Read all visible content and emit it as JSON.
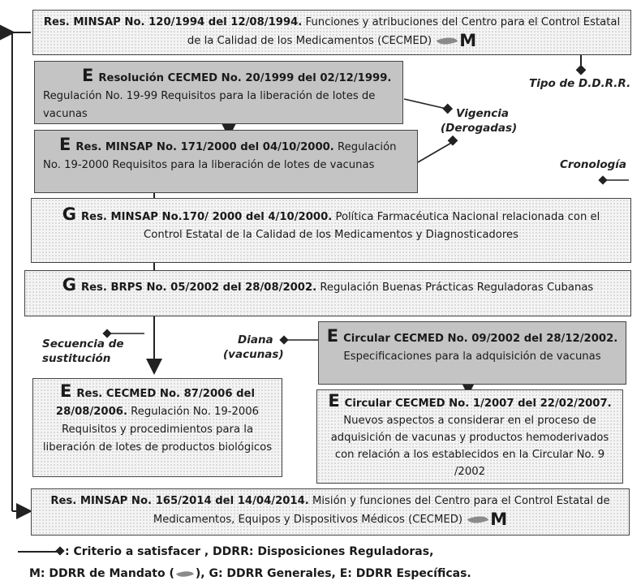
{
  "boxes": {
    "b1": {
      "bold": "Res. MINSAP No. 120/1994 del 12/08/1994.",
      "text": " Funciones y atribuciones del Centro para el Control Estatal de la Calidad de los Medicamentos (CECMED)",
      "tag": "M"
    },
    "b2": {
      "letter": "E",
      "bold": "Resolución CECMED No. 20/1999  del 02/12/1999.",
      "text": " Regulación No. 19-99 Requisitos para la liberación de lotes de vacunas"
    },
    "b3": {
      "letter": "E",
      "bold": "Res. MINSAP No. 171/2000 del 04/10/2000.",
      "text": " Regulación No. 19-2000 Requisitos para la liberación de lotes de vacunas"
    },
    "b4": {
      "letter": "G",
      "bold": "Res. MINSAP No.170/ 2000 del 4/10/2000.",
      "text": " Política Farmacéutica Nacional relacionada con el Control Estatal de la Calidad de los Medicamentos y Diagnosticadores"
    },
    "b5": {
      "letter": "G",
      "bold": "Res. BRPS No. 05/2002 del 28/08/2002.",
      "text": " Regulación Buenas Prácticas Reguladoras Cubanas"
    },
    "b6": {
      "letter": "E",
      "bold": "Circular CECMED No. 09/2002 del 28/12/2002.",
      "text": " Especificaciones para la adquisición de vacunas"
    },
    "b7": {
      "letter": "E",
      "bold": "Res. CECMED No. 87/2006 del 28/08/2006.",
      "text": " Regulación No. 19-2006  Requisitos y procedimientos para la liberación de lotes de productos biológicos"
    },
    "b8": {
      "letter": "E",
      "bold": "Circular CECMED No. 1/2007  del 22/02/2007.",
      "text": " Nuevos aspectos a considerar en el proceso de adquisición de vacunas y productos hemoderivados con relación a los establecidos en la Circular No. 9 /2002"
    },
    "b9": {
      "bold": "Res. MINSAP No. 165/2014 del 14/04/2014.",
      "text": " Misión y funciones del Centro para el Control Estatal de Medicamentos, Equipos y Dispositivos Médicos (CECMED)",
      "tag": "M"
    }
  },
  "labels": {
    "tipo": "Tipo de D.D.R.R.",
    "vigencia": "Vigencia",
    "derogadas": "(Derogadas)",
    "cronologia": "Cronología",
    "secuencia": "Secuencia de",
    "sustitucion": "sustitución",
    "diana": "Diana",
    "vacunas": "(vacunas)"
  },
  "legend": {
    "line1": ": Criterio a satisfacer , DDRR: Disposiciones Reguladoras,",
    "line2_a": "M: DDRR de Mandato (",
    "line2_b": "), G: DDRR  Generales, E: DDRR  Específicas."
  },
  "colors": {
    "gray_box": "#c4c4c4",
    "dotted_box": "#f4f4f4",
    "line": "#222222"
  }
}
